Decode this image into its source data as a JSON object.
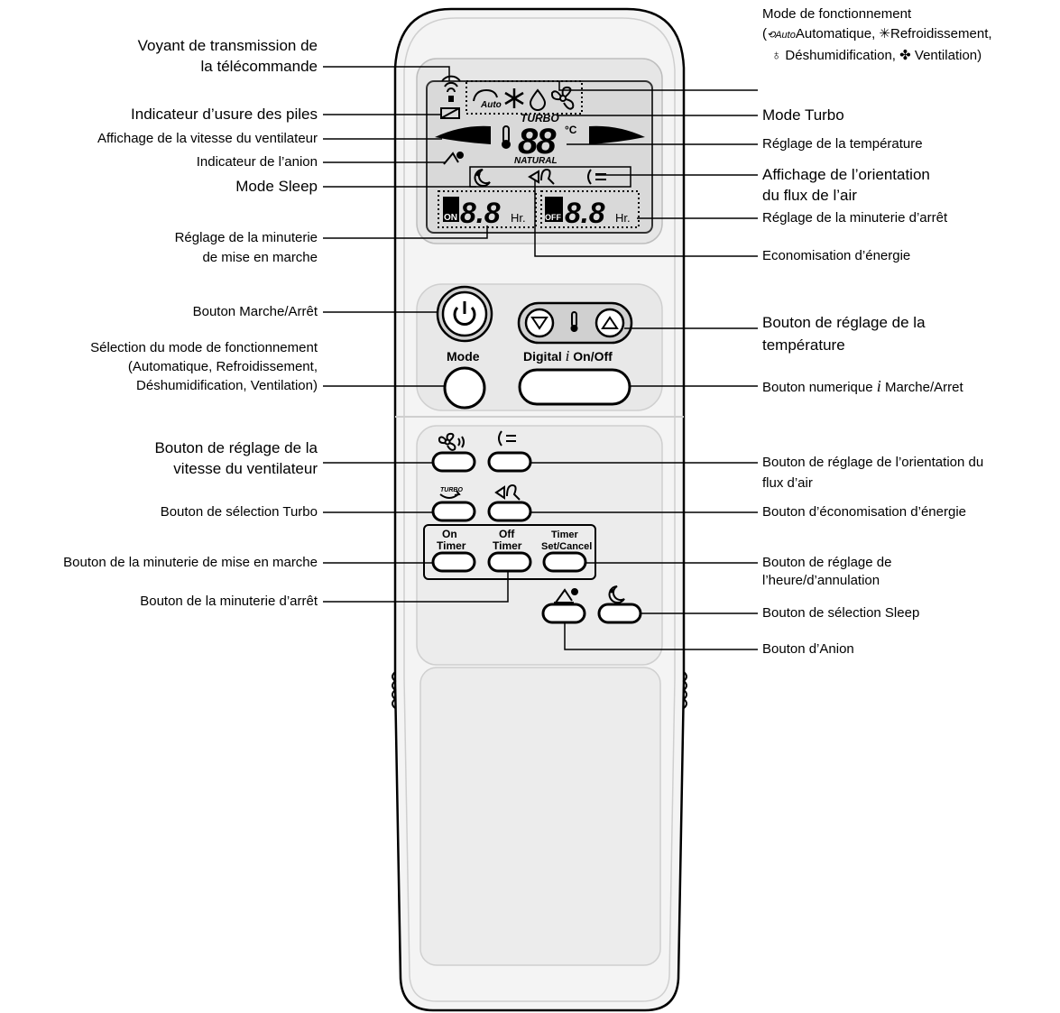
{
  "remote": {
    "display": {
      "auto_label": "Auto",
      "turbo_label": "TURBO",
      "natural_label": "NATURAL",
      "temp_digits": "88",
      "temp_unit": "°C",
      "on_badge": "ON",
      "off_badge": "OFF",
      "timer_digits_on": "8.8",
      "timer_digits_off": "8.8",
      "timer_unit": "Hr."
    },
    "buttons": {
      "mode": "Mode",
      "digital_on_off_prefix": "Digital",
      "digital_i": "i",
      "digital_on_off_suffix": "On/Off",
      "turbo_icon_text": "TURBO",
      "on_timer_line1": "On",
      "on_timer_line2": "Timer",
      "off_timer_line1": "Off",
      "off_timer_line2": "Timer",
      "timer_set_line1": "Timer",
      "timer_set_line2": "Set/Cancel"
    }
  },
  "labels_left": {
    "transmission": [
      "Voyant de transmission de",
      "la télécommande"
    ],
    "battery": "Indicateur d’usure des piles",
    "fan_speed_display": "Affichage de la vitesse du ventilateur",
    "anion_indicator": "Indicateur de l’anion",
    "sleep_mode": "Mode Sleep",
    "on_timer_setting": [
      "Réglage de la minuterie",
      "de mise en marche"
    ],
    "power_button": "Bouton Marche/Arrêt",
    "mode_selection": [
      "Sélection du mode de fonctionnement",
      "(Automatique, Refroidissement,",
      "Déshumidification, Ventilation)"
    ],
    "fan_speed_button": [
      "Bouton de réglage de la",
      "vitesse du ventilateur"
    ],
    "turbo_button": "Bouton de sélection Turbo",
    "on_timer_button": "Bouton de la minuterie de mise en marche",
    "off_timer_button": "Bouton de la minuterie d’arrêt"
  },
  "labels_right": {
    "operation_mode": [
      "Mode de fonctionnement",
      "Automatique,",
      "Refroidissement,",
      "Déshumidification,",
      "Ventilation)"
    ],
    "turbo_mode": "Mode Turbo",
    "temp_setting": "Réglage de la température",
    "airflow_display": [
      "Affichage de l’orientation",
      "du flux de l’air"
    ],
    "off_timer_setting": "Réglage de la minuterie d’arrêt",
    "energy_saving": "Economisation d’énergie",
    "temp_button": [
      "Bouton de réglage de la",
      "température"
    ],
    "digital_button": [
      "Bouton numerique",
      "i",
      "Marche/Arret"
    ],
    "airflow_button": [
      "Bouton de réglage de l’orientation du",
      "flux d’air"
    ],
    "energy_button": "Bouton d’économisation d’énergie",
    "time_button": [
      "Bouton de réglage de",
      "l’heure/d’annulation"
    ],
    "sleep_button": "Bouton de sélection Sleep",
    "anion_button": "Bouton d’Anion"
  },
  "colors": {
    "body": "#f4f4f4",
    "outline": "#000000",
    "panel": "#e8e8e8",
    "lcd": "#d9d9d9"
  }
}
